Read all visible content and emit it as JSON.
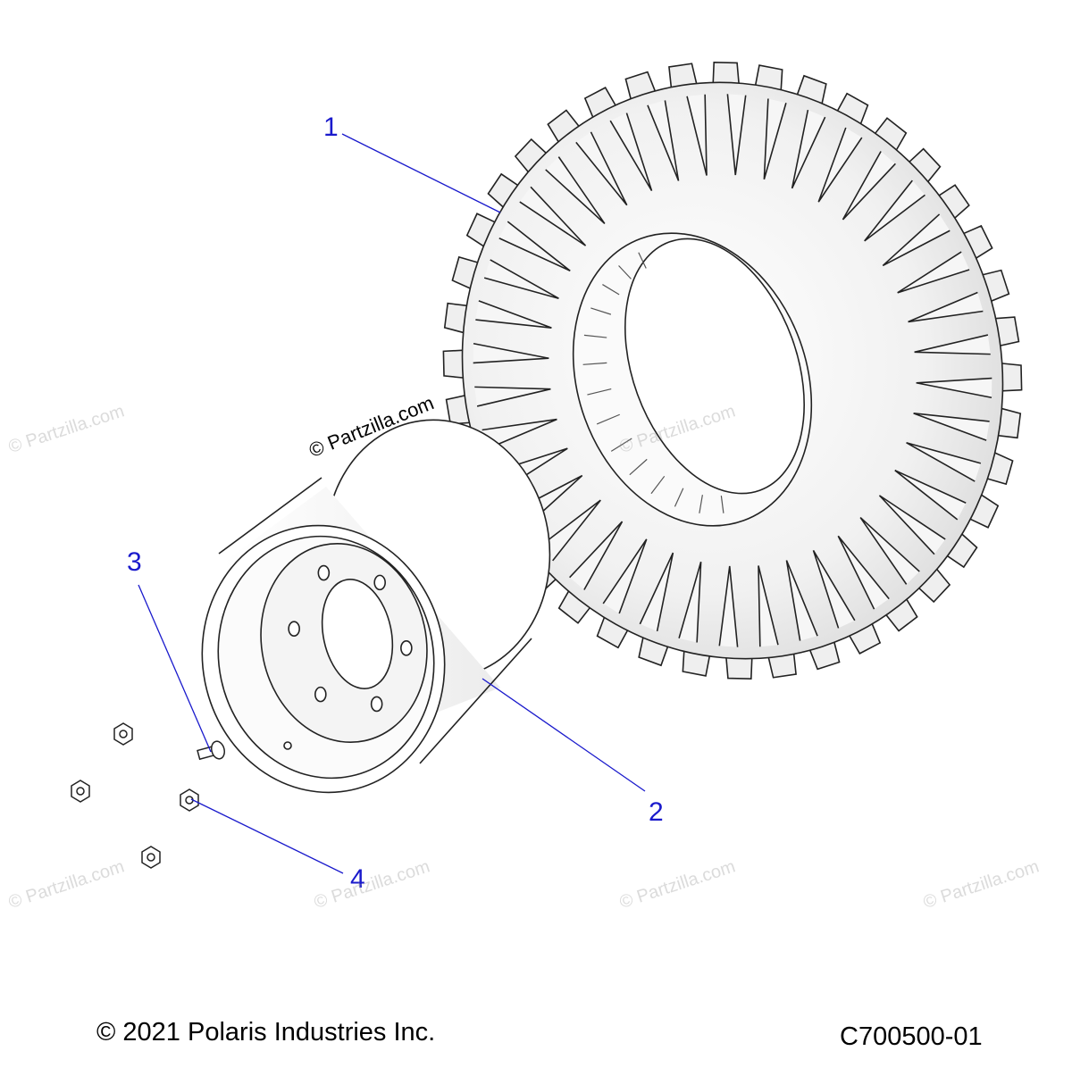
{
  "callouts": [
    {
      "id": "1",
      "label": "1"
    },
    {
      "id": "2",
      "label": "2"
    },
    {
      "id": "3",
      "label": "3"
    },
    {
      "id": "4",
      "label": "4"
    }
  ],
  "watermark": {
    "main": "© Partzilla.com",
    "faded": "© Partzilla.com"
  },
  "footer": {
    "copyright": "© 2021 Polaris Industries Inc.",
    "figure_code": "C700500-01"
  },
  "colors": {
    "callout": "#1a1acc",
    "line_art": "#222222",
    "watermark": "#9a9a9a"
  }
}
